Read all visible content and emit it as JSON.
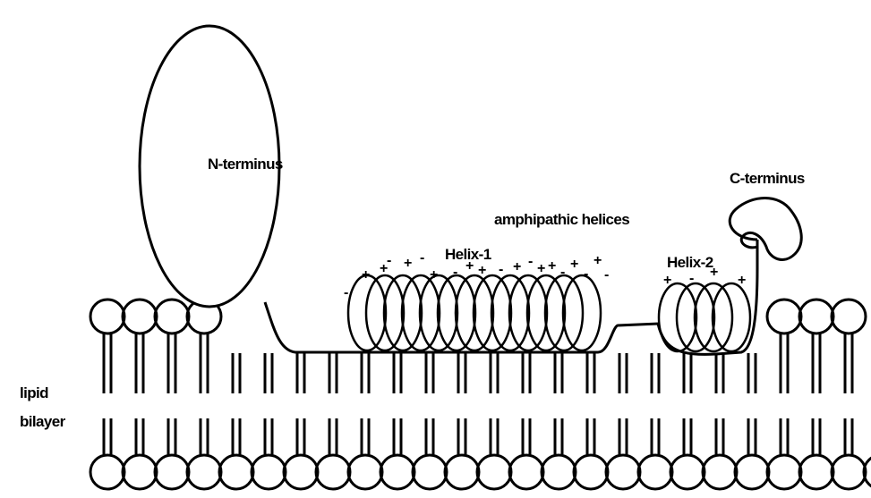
{
  "labels": {
    "n_terminus": "N-terminus",
    "c_terminus": "C-terminus",
    "amphipathic_helices": "amphipathic helices",
    "helix_1": "Helix-1",
    "helix_2": "Helix-2",
    "lipid_line1": "lipid",
    "lipid_line2": "bilayer"
  },
  "charges": {
    "helix_1": [
      "-",
      "+",
      "+",
      "-",
      "+",
      "-",
      "+",
      "-",
      "+",
      "+",
      "-",
      "+",
      "-",
      "+",
      "+",
      "-",
      "+",
      "-",
      "+",
      "-"
    ],
    "helix_2": [
      "+",
      "-",
      "+",
      "+"
    ]
  },
  "colors": {
    "line": "#000000",
    "background": "#ffffff"
  }
}
